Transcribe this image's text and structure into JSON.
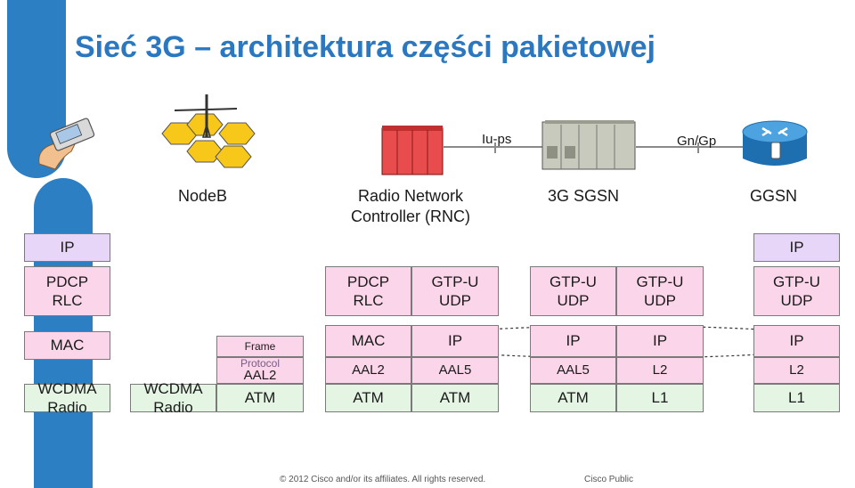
{
  "title": "Sieć 3G – architektura części pakietowej",
  "nodes": {
    "nodeb": "NodeB",
    "rnc_line1": "Radio Network",
    "rnc_line2": "Controller (RNC)",
    "sgsn": "3G SGSN",
    "ggsn": "GGSN"
  },
  "links": {
    "iu_ps": "Iu-ps",
    "gn_gp": "Gn/Gp"
  },
  "stacks": {
    "ue": {
      "ip": "IP",
      "pdcp": "PDCP",
      "rlc": "RLC",
      "mac": "MAC",
      "wcdma_1": "WCDMA",
      "wcdma_2": "Radio"
    },
    "nodeb_radio": {
      "wcdma_1": "WCDMA",
      "wcdma_2": "Radio"
    },
    "nodeb_iub": {
      "frame_1": "Frame",
      "frame_2": "Protocol",
      "aal2": "AAL2",
      "atm": "ATM"
    },
    "rnc_left": {
      "pdcp": "PDCP",
      "rlc": "RLC",
      "mac": "MAC",
      "aal2": "AAL2",
      "atm": "ATM"
    },
    "rnc_right": {
      "gtpu": "GTP-U",
      "udp": "UDP",
      "ip": "IP",
      "aal5": "AAL5",
      "atm": "ATM"
    },
    "sgsn_left": {
      "gtpu": "GTP-U",
      "udp": "UDP",
      "ip": "IP",
      "aal5": "AAL5",
      "atm": "ATM"
    },
    "sgsn_right": {
      "gtpu": "GTP-U",
      "udp": "UDP",
      "ip": "IP",
      "l2": "L2",
      "l1": "L1"
    },
    "ggsn": {
      "ip_top": "IP",
      "gtpu": "GTP-U",
      "udp": "UDP",
      "ip": "IP",
      "l2": "L2",
      "l1": "L1"
    }
  },
  "footer": {
    "copyright": "© 2012 Cisco and/or its affiliates. All rights reserved.",
    "classification": "Cisco Public"
  }
}
